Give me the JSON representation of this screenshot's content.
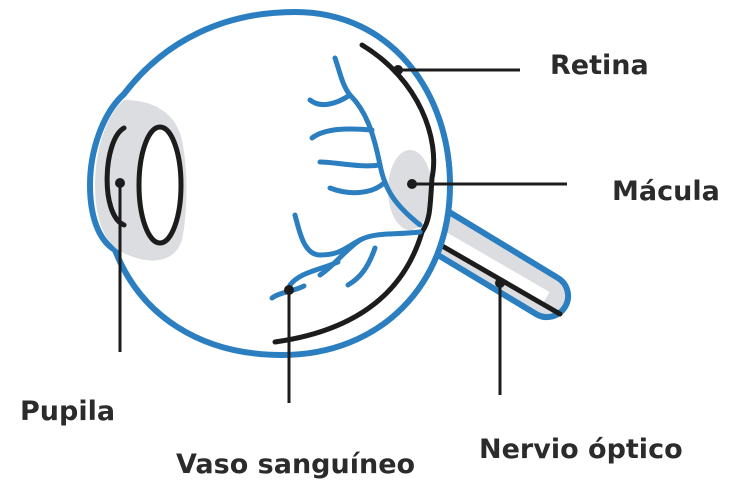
{
  "title": "",
  "colors": {
    "outline": "#2b7fc0",
    "vessel": "#2b7fc0",
    "eye_fill": "#ffffff",
    "shade": "#dcdde0",
    "retina": "#1c1c1c",
    "text": "#2b2b2b"
  },
  "labels": {
    "retina": "Retina",
    "macula": "Mácula",
    "pupil": "Pupila",
    "vessel": "Vaso sanguíneo",
    "optic_nerve": "Nervio óptico"
  }
}
